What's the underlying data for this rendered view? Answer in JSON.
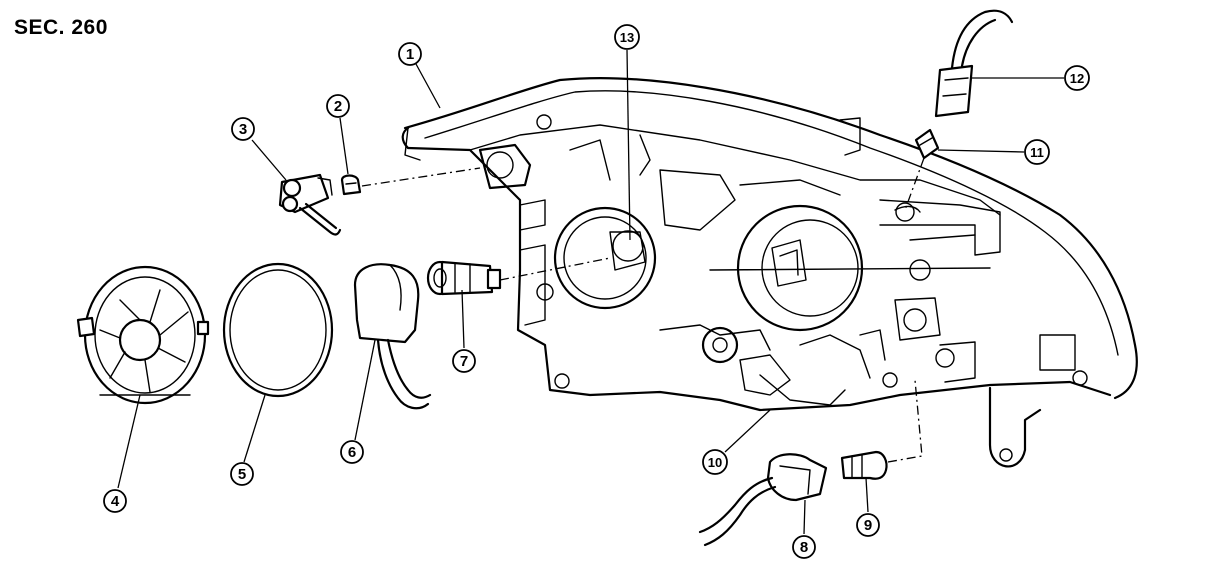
{
  "header": {
    "section": "SEC. 260"
  },
  "callouts": [
    {
      "id": "1",
      "label": "1"
    },
    {
      "id": "2",
      "label": "2"
    },
    {
      "id": "3",
      "label": "3"
    },
    {
      "id": "4",
      "label": "4"
    },
    {
      "id": "5",
      "label": "5"
    },
    {
      "id": "6",
      "label": "6"
    },
    {
      "id": "7",
      "label": "7"
    },
    {
      "id": "8",
      "label": "8"
    },
    {
      "id": "9",
      "label": "9"
    },
    {
      "id": "10",
      "label": "10"
    },
    {
      "id": "11",
      "label": "11"
    },
    {
      "id": "12",
      "label": "12"
    },
    {
      "id": "13",
      "label": "13"
    }
  ]
}
